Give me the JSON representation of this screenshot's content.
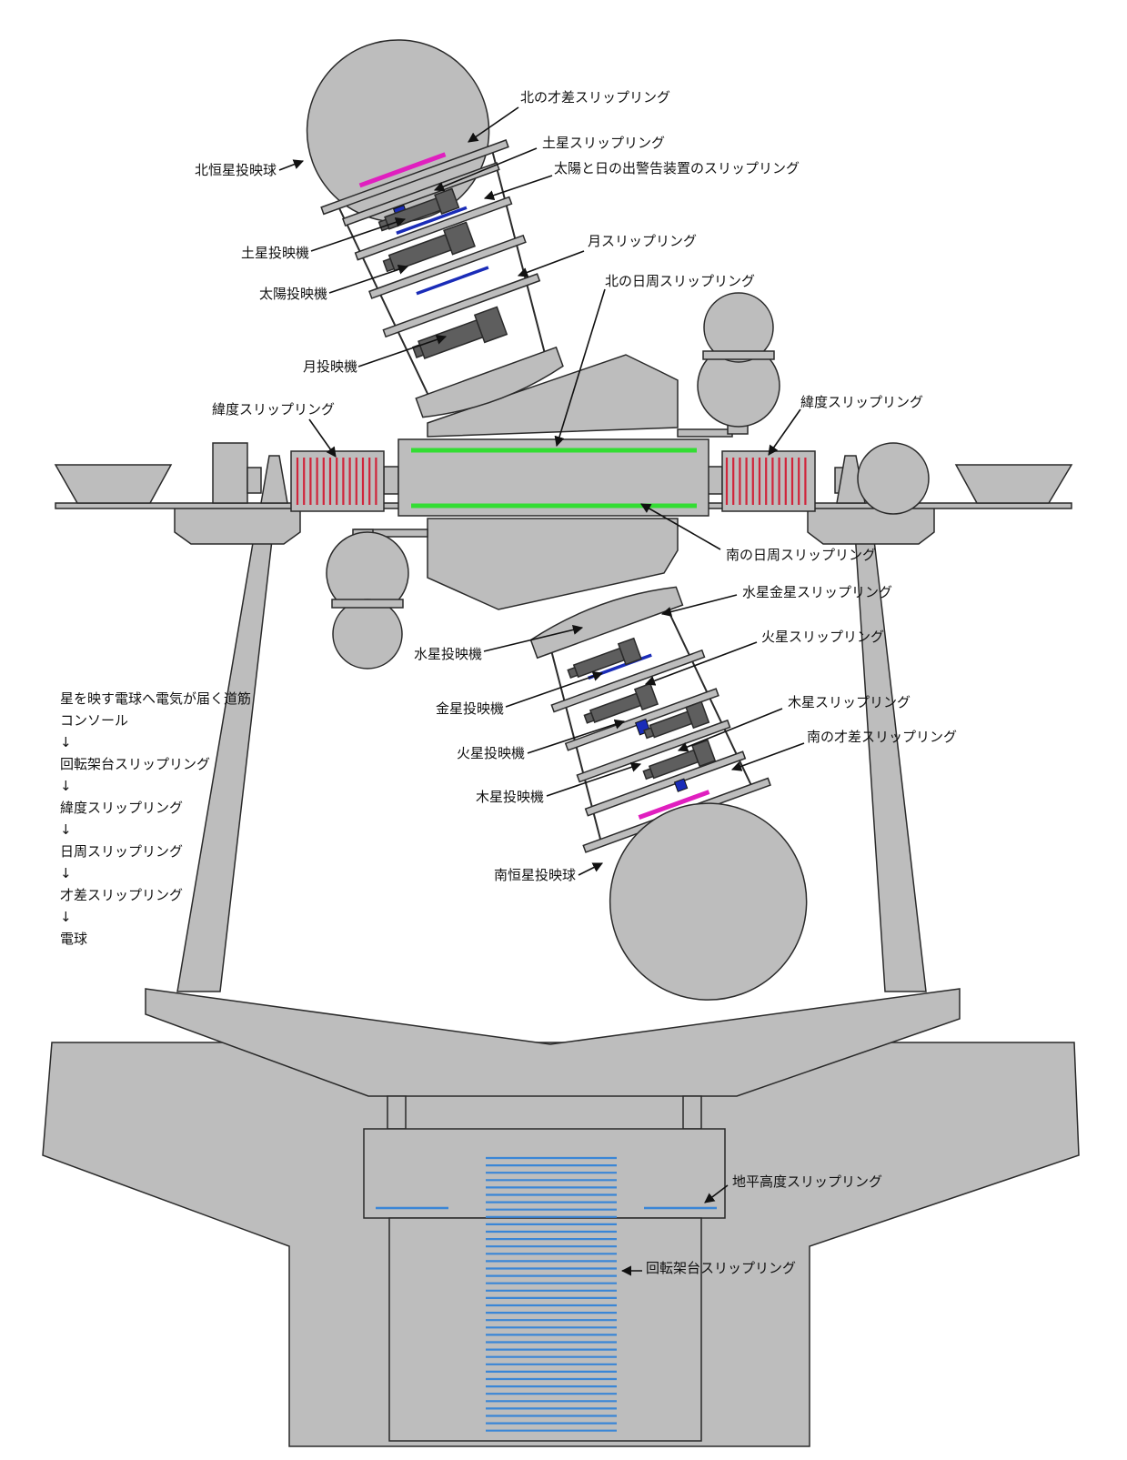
{
  "colors": {
    "body": "#bdbdbd",
    "outline": "#2a2a2a",
    "projector": "#5e5e5e",
    "precession_ring": "#e01fbf",
    "planet_ring": "#1a2cb8",
    "diurnal_ring": "#33dd33",
    "latitude_ring": "#d0243a",
    "base_ring": "#3a86d6"
  },
  "labels": {
    "north_precession": "北の才差スリップリング",
    "saturn_ring": "土星スリップリング",
    "sun_ring": "太陽と日の出警告装置のスリップリング",
    "north_star_sphere": "北恒星投映球",
    "saturn_projector": "土星投映機",
    "moon_ring": "月スリップリング",
    "sun_projector": "太陽投映機",
    "north_diurnal": "北の日周スリップリング",
    "moon_projector": "月投映機",
    "latitude_left": "緯度スリップリング",
    "latitude_right": "緯度スリップリング",
    "south_diurnal": "南の日周スリップリング",
    "mercury_venus_ring": "水星金星スリップリング",
    "mercury_projector": "水星投映機",
    "mars_ring": "火星スリップリング",
    "venus_projector": "金星投映機",
    "jupiter_ring": "木星スリップリング",
    "mars_projector": "火星投映機",
    "south_precession": "南の才差スリップリング",
    "jupiter_projector": "木星投映機",
    "south_star_sphere": "南恒星投映球",
    "altitude_ring": "地平高度スリップリング",
    "rotating_base_ring": "回転架台スリップリング"
  },
  "legend": {
    "title": "星を映す電球へ電気が届く道筋",
    "steps": [
      "コンソール",
      "↓",
      "回転架台スリップリング",
      "↓",
      "緯度スリップリング",
      "↓",
      "日周スリップリング",
      "↓",
      "才差スリップリング",
      "↓",
      "電球"
    ]
  }
}
